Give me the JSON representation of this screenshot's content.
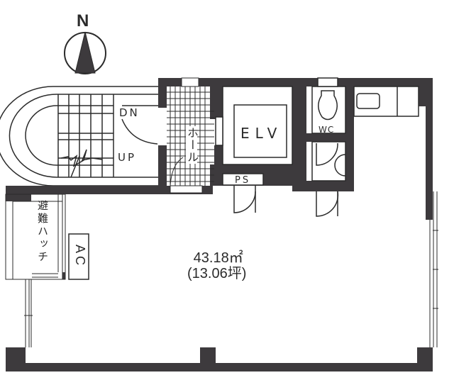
{
  "compass": {
    "label": "N"
  },
  "stair": {
    "dn_label": "DN",
    "up_label": "UP"
  },
  "rooms": {
    "hall": "ホール",
    "elevator": "ELV",
    "wc": "WC",
    "pipe_space": "PS",
    "evacuation_hatch": "避難ハッチ",
    "air_conditioner": "AC"
  },
  "area": {
    "sqm": "43.18㎡",
    "tsubo": "(13.06坪)"
  },
  "colors": {
    "wall": "#3d3a3d",
    "line": "#2b2b2b",
    "background": "#ffffff"
  }
}
